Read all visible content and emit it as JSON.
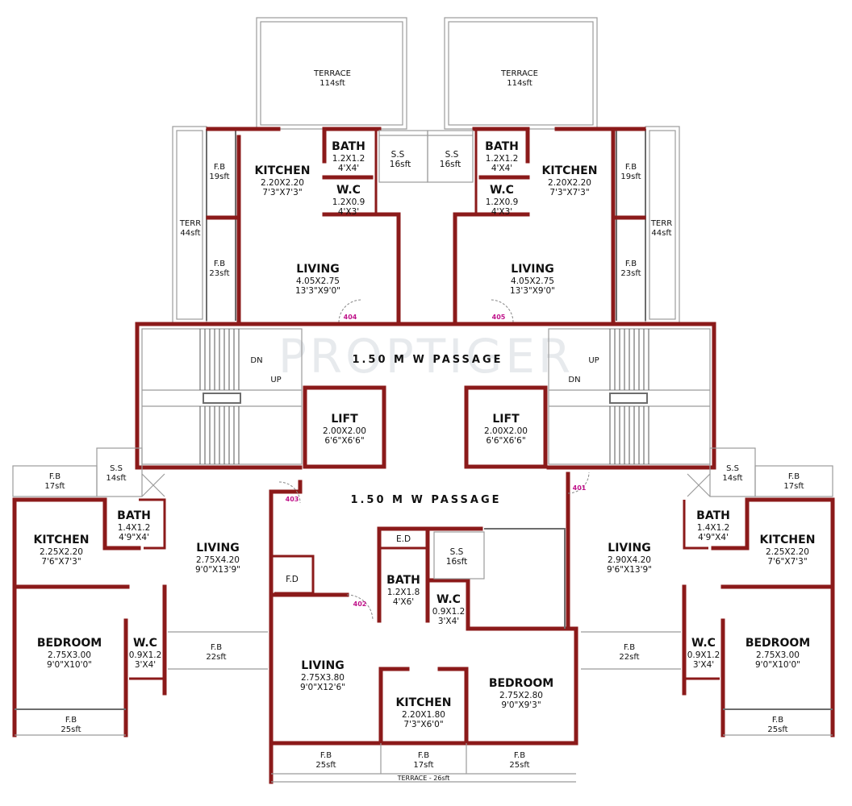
{
  "watermark": "PROPTIGER",
  "passages": {
    "upper": "1.50 M W PASSAGE",
    "lower": "1.50 M W PASSAGE"
  },
  "stairs": {
    "dn": "DN",
    "up": "UP"
  },
  "terrace": {
    "name": "TERRACE",
    "area": "114sft",
    "bottom": "TERRACE - 26sft"
  },
  "top_left": {
    "terr": {
      "name": "TERR",
      "area": "44sft"
    },
    "fb1": {
      "name": "F.B",
      "area": "19sft"
    },
    "fb2": {
      "name": "F.B",
      "area": "23sft"
    },
    "kitchen": {
      "name": "KITCHEN",
      "dim": "2.20X2.20",
      "imp": "7'3\"X7'3\""
    },
    "bath": {
      "name": "BATH",
      "dim": "1.2X1.2",
      "imp": "4'X4'"
    },
    "wc": {
      "name": "W.C",
      "dim": "1.2X0.9",
      "imp": "4'X3'"
    },
    "ss": {
      "name": "S.S",
      "area": "16sft"
    },
    "living": {
      "name": "LIVING",
      "dim": "4.05X2.75",
      "imp": "13'3\"X9'0\""
    },
    "flat": "404"
  },
  "top_right": {
    "terr": {
      "name": "TERR",
      "area": "44sft"
    },
    "fb1": {
      "name": "F.B",
      "area": "19sft"
    },
    "fb2": {
      "name": "F.B",
      "area": "23sft"
    },
    "kitchen": {
      "name": "KITCHEN",
      "dim": "2.20X2.20",
      "imp": "7'3\"X7'3\""
    },
    "bath": {
      "name": "BATH",
      "dim": "1.2X1.2",
      "imp": "4'X4'"
    },
    "wc": {
      "name": "W.C",
      "dim": "1.2X0.9",
      "imp": "4'X3'"
    },
    "ss": {
      "name": "S.S",
      "area": "16sft"
    },
    "living": {
      "name": "LIVING",
      "dim": "4.05X2.75",
      "imp": "13'3\"X9'0\""
    },
    "flat": "405"
  },
  "lift": {
    "name": "LIFT",
    "dim": "2.00X2.00",
    "imp": "6'6\"X6'6\""
  },
  "bottom_left": {
    "fb_top": {
      "name": "F.B",
      "area": "17sft"
    },
    "ss": {
      "name": "S.S",
      "area": "14sft"
    },
    "bath": {
      "name": "BATH",
      "dim": "1.4X1.2",
      "imp": "4'9\"X4'"
    },
    "kitchen": {
      "name": "KITCHEN",
      "dim": "2.25X2.20",
      "imp": "7'6\"X7'3\""
    },
    "living": {
      "name": "LIVING",
      "dim": "2.75X4.20",
      "imp": "9'0\"X13'9\""
    },
    "bedroom": {
      "name": "BEDROOM",
      "dim": "2.75X3.00",
      "imp": "9'0\"X10'0\""
    },
    "wc": {
      "name": "W.C",
      "dim": "0.9X1.2",
      "imp": "3'X4'"
    },
    "fb_mid": {
      "name": "F.B",
      "area": "22sft"
    },
    "fb_bottom": {
      "name": "F.B",
      "area": "25sft"
    },
    "flat": "403"
  },
  "bottom_center": {
    "ed": "E.D",
    "fd": "F.D",
    "ss": {
      "name": "S.S",
      "area": "16sft"
    },
    "bath": {
      "name": "BATH",
      "dim": "1.2X1.8",
      "imp": "4'X6'"
    },
    "wc": {
      "name": "W.C",
      "dim": "0.9X1.2",
      "imp": "3'X4'"
    },
    "living": {
      "name": "LIVING",
      "dim": "2.75X3.80",
      "imp": "9'0\"X12'6\""
    },
    "kitchen": {
      "name": "KITCHEN",
      "dim": "2.20X1.80",
      "imp": "7'3\"X6'0\""
    },
    "bedroom": {
      "name": "BEDROOM",
      "dim": "2.75X2.80",
      "imp": "9'0\"X9'3\""
    },
    "fb_left": {
      "name": "F.B",
      "area": "25sft"
    },
    "fb_mid": {
      "name": "F.B",
      "area": "17sft"
    },
    "fb_right": {
      "name": "F.B",
      "area": "25sft"
    },
    "flat": "402"
  },
  "bottom_right": {
    "fb_top": {
      "name": "F.B",
      "area": "17sft"
    },
    "ss": {
      "name": "S.S",
      "area": "14sft"
    },
    "bath": {
      "name": "BATH",
      "dim": "1.4X1.2",
      "imp": "4'9\"X4'"
    },
    "kitchen": {
      "name": "KITCHEN",
      "dim": "2.25X2.20",
      "imp": "7'6\"X7'3\""
    },
    "living": {
      "name": "LIVING",
      "dim": "2.90X4.20",
      "imp": "9'6\"X13'9\""
    },
    "bedroom": {
      "name": "BEDROOM",
      "dim": "2.75X3.00",
      "imp": "9'0\"X10'0\""
    },
    "wc": {
      "name": "W.C",
      "dim": "0.9X1.2",
      "imp": "3'X4'"
    },
    "fb_mid": {
      "name": "F.B",
      "area": "22sft"
    },
    "fb_bottom": {
      "name": "F.B",
      "area": "25sft"
    },
    "flat": "401"
  }
}
